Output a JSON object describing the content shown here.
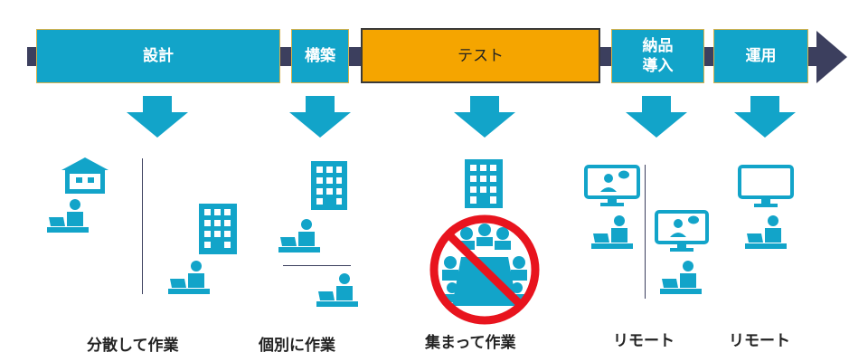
{
  "phases": [
    {
      "label": "設計"
    },
    {
      "label": "構築"
    },
    {
      "label": "テスト"
    },
    {
      "label": "納品\n導入"
    },
    {
      "label": "運用"
    }
  ],
  "captions": [
    "分散して作業",
    "個別に作業",
    "集まって作業",
    "リモート",
    "リモート"
  ],
  "colors": {
    "accent": "#12a4c9",
    "active": "#f5a500",
    "timeline": "#3c3f5e",
    "prohibit": "#e8141e"
  },
  "icons": [
    "arrow-down-icon",
    "house-icon",
    "building-icon",
    "person-at-desk-icon",
    "meeting-icon",
    "prohibited-icon",
    "monitor-icon",
    "video-call-icon"
  ]
}
